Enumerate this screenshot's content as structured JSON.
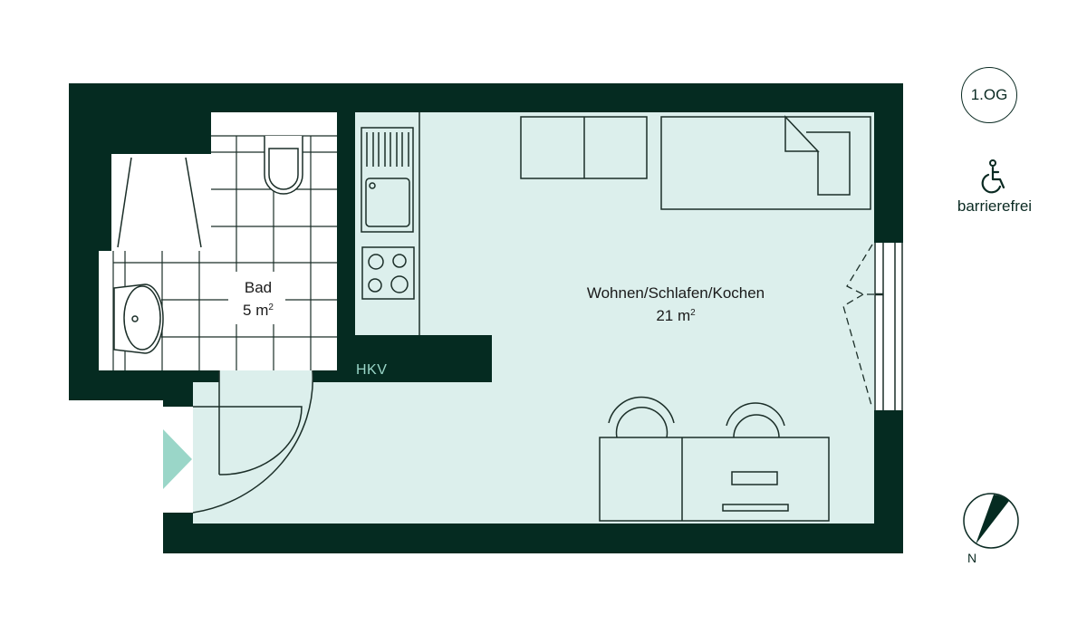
{
  "floorplan": {
    "floor_badge": "1.OG",
    "accessibility": {
      "icon": "wheelchair-icon",
      "label": "barrierefrei"
    },
    "rooms": [
      {
        "name": "Bad",
        "area": "5 m",
        "area_unit_sup": "2"
      },
      {
        "name": "Wohnen/Schlafen/Kochen",
        "area": "21 m",
        "area_unit_sup": "2"
      }
    ],
    "annotations": {
      "hkv": "HKV"
    },
    "compass": {
      "label": "N"
    },
    "colors": {
      "wall": "#052b21",
      "living_floor": "#dcefec",
      "bath_floor": "#ffffff",
      "accent_mint": "#9ad6c8",
      "line": "#1b2e28"
    }
  }
}
